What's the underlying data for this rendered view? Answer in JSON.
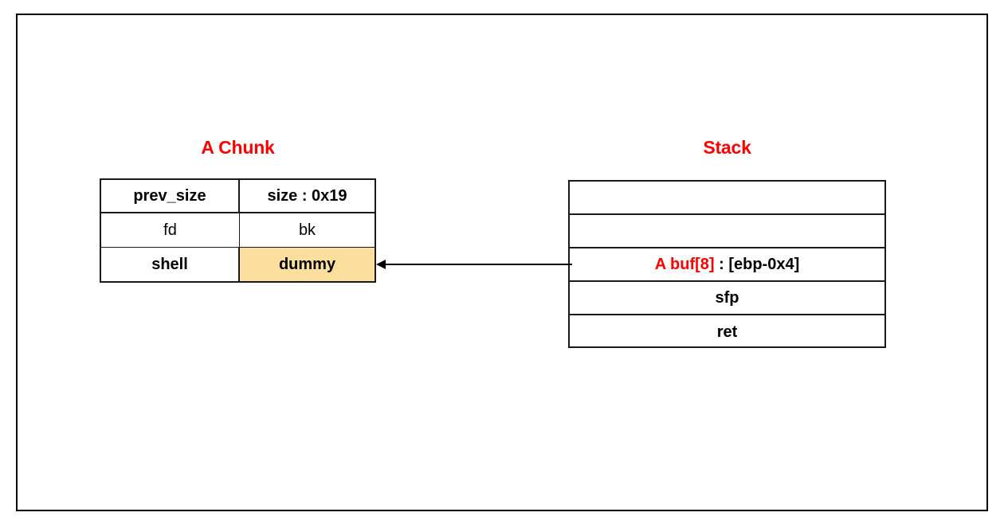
{
  "slide": {
    "frame_color": "#000000",
    "background": "#ffffff",
    "accent_color": "#ff0000",
    "highlight_color": "#fcdf9c",
    "line_color": "#1a1a1a"
  },
  "chunk": {
    "title": "A Chunk",
    "rows": [
      {
        "left": "prev_size",
        "right": "size : 0x19",
        "weight": "bold",
        "highlight_right": false
      },
      {
        "left": "fd",
        "right": "bk",
        "weight": "regular",
        "highlight_right": false
      },
      {
        "left": "shell",
        "right": "dummy",
        "weight": "bold",
        "highlight_right": true
      }
    ]
  },
  "stack": {
    "title": "Stack",
    "rows": [
      {
        "label": "",
        "empty": true
      },
      {
        "label": "",
        "empty": true
      },
      {
        "label_red": "A buf[8]",
        "label_black": " : [ebp-0x4]",
        "empty": false,
        "mixed": true
      },
      {
        "label": "sfp",
        "empty": false
      },
      {
        "label": "ret",
        "empty": false
      }
    ]
  },
  "arrow": {
    "name": "pointer-arrow",
    "direction": "left",
    "from": "stack-row-buf",
    "to": "chunk-cell-dummy",
    "color": "#000000"
  }
}
